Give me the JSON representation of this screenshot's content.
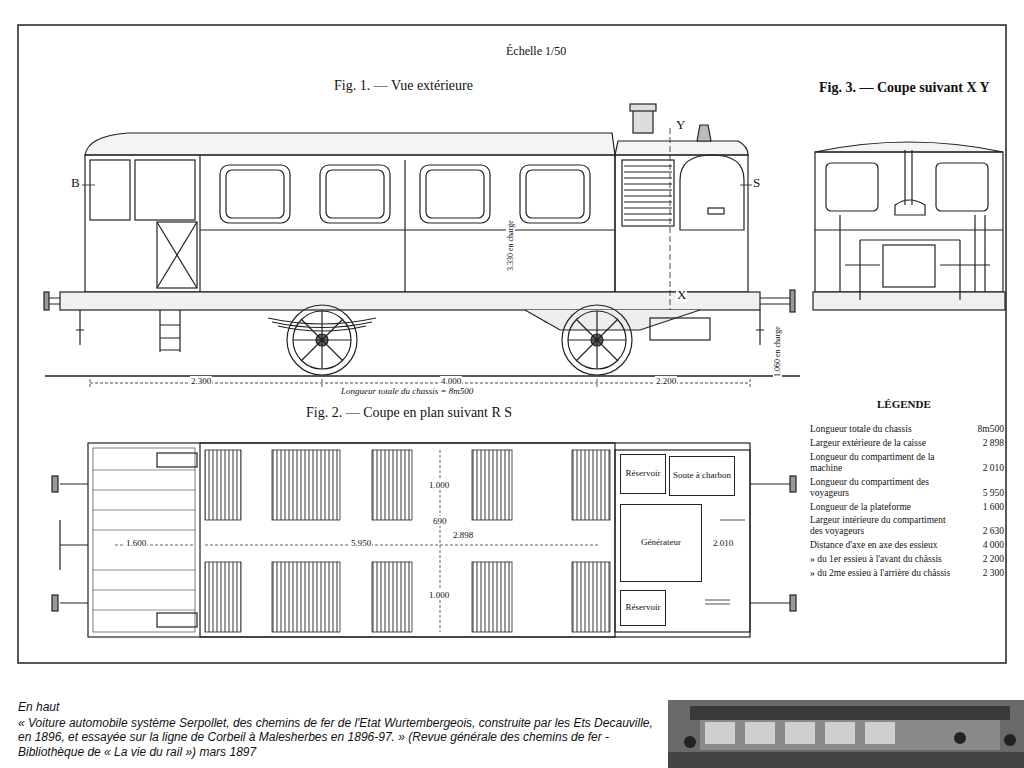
{
  "diagram": {
    "caption": "« Voiture automobile système Serpollet, des chemins de fer de l'Etat Wurtembergeois, construite par les Ets Decauville, en 1896, et essayée sur la ligne de Corbeil à Malesherbes en 1896-97. » (Revue générale des chemins de fer - Bibliothèque de « La vie du rail ») mars 1897",
    "nodes": [
      {
        "text": [
          "Réservoir"
        ]
      },
      {
        "text": [
          "Soute à charbon"
        ]
      },
      {
        "text": [
          "Générateur"
        ]
      },
      {
        "text": [
          "Réservoir"
        ]
      }
    ],
    "labels": [
      "Échelle 1/50",
      "Fig. 1. — Vue extérieure",
      "Fig. 3. — Coupe suivant X Y",
      "Fig. 2. — Coupe en plan suivant R S",
      "B",
      "S",
      "Y",
      "X",
      "2.300",
      "4.000",
      "2.200",
      "Longueur totale du chassis = 8m500",
      "1.060 en charge",
      "3.330 en charge",
      "1.600",
      "5.950",
      "2.898",
      "1.000",
      "690",
      "1.000",
      "2.010",
      "LÉGENDE",
      "Longueur totale du chassis",
      "8m500",
      "Largeur extérieure de la caisse",
      "2 898",
      "Longueur du compartiment de la machine",
      "2 010",
      "Longueur du compartiment des voyageurs",
      "5 950",
      "Longueur de la plateforme",
      "1 600",
      "Largeur intérieure du compartiment des voyageurs",
      "2 630",
      "Distance d'axe en axe des essieux",
      "4 000",
      "» du 1er essieu à l'avant du châssis",
      "2 200",
      "» du 2me essieu à l'arrière du châssis",
      "2 300",
      "En haut"
    ]
  }
}
